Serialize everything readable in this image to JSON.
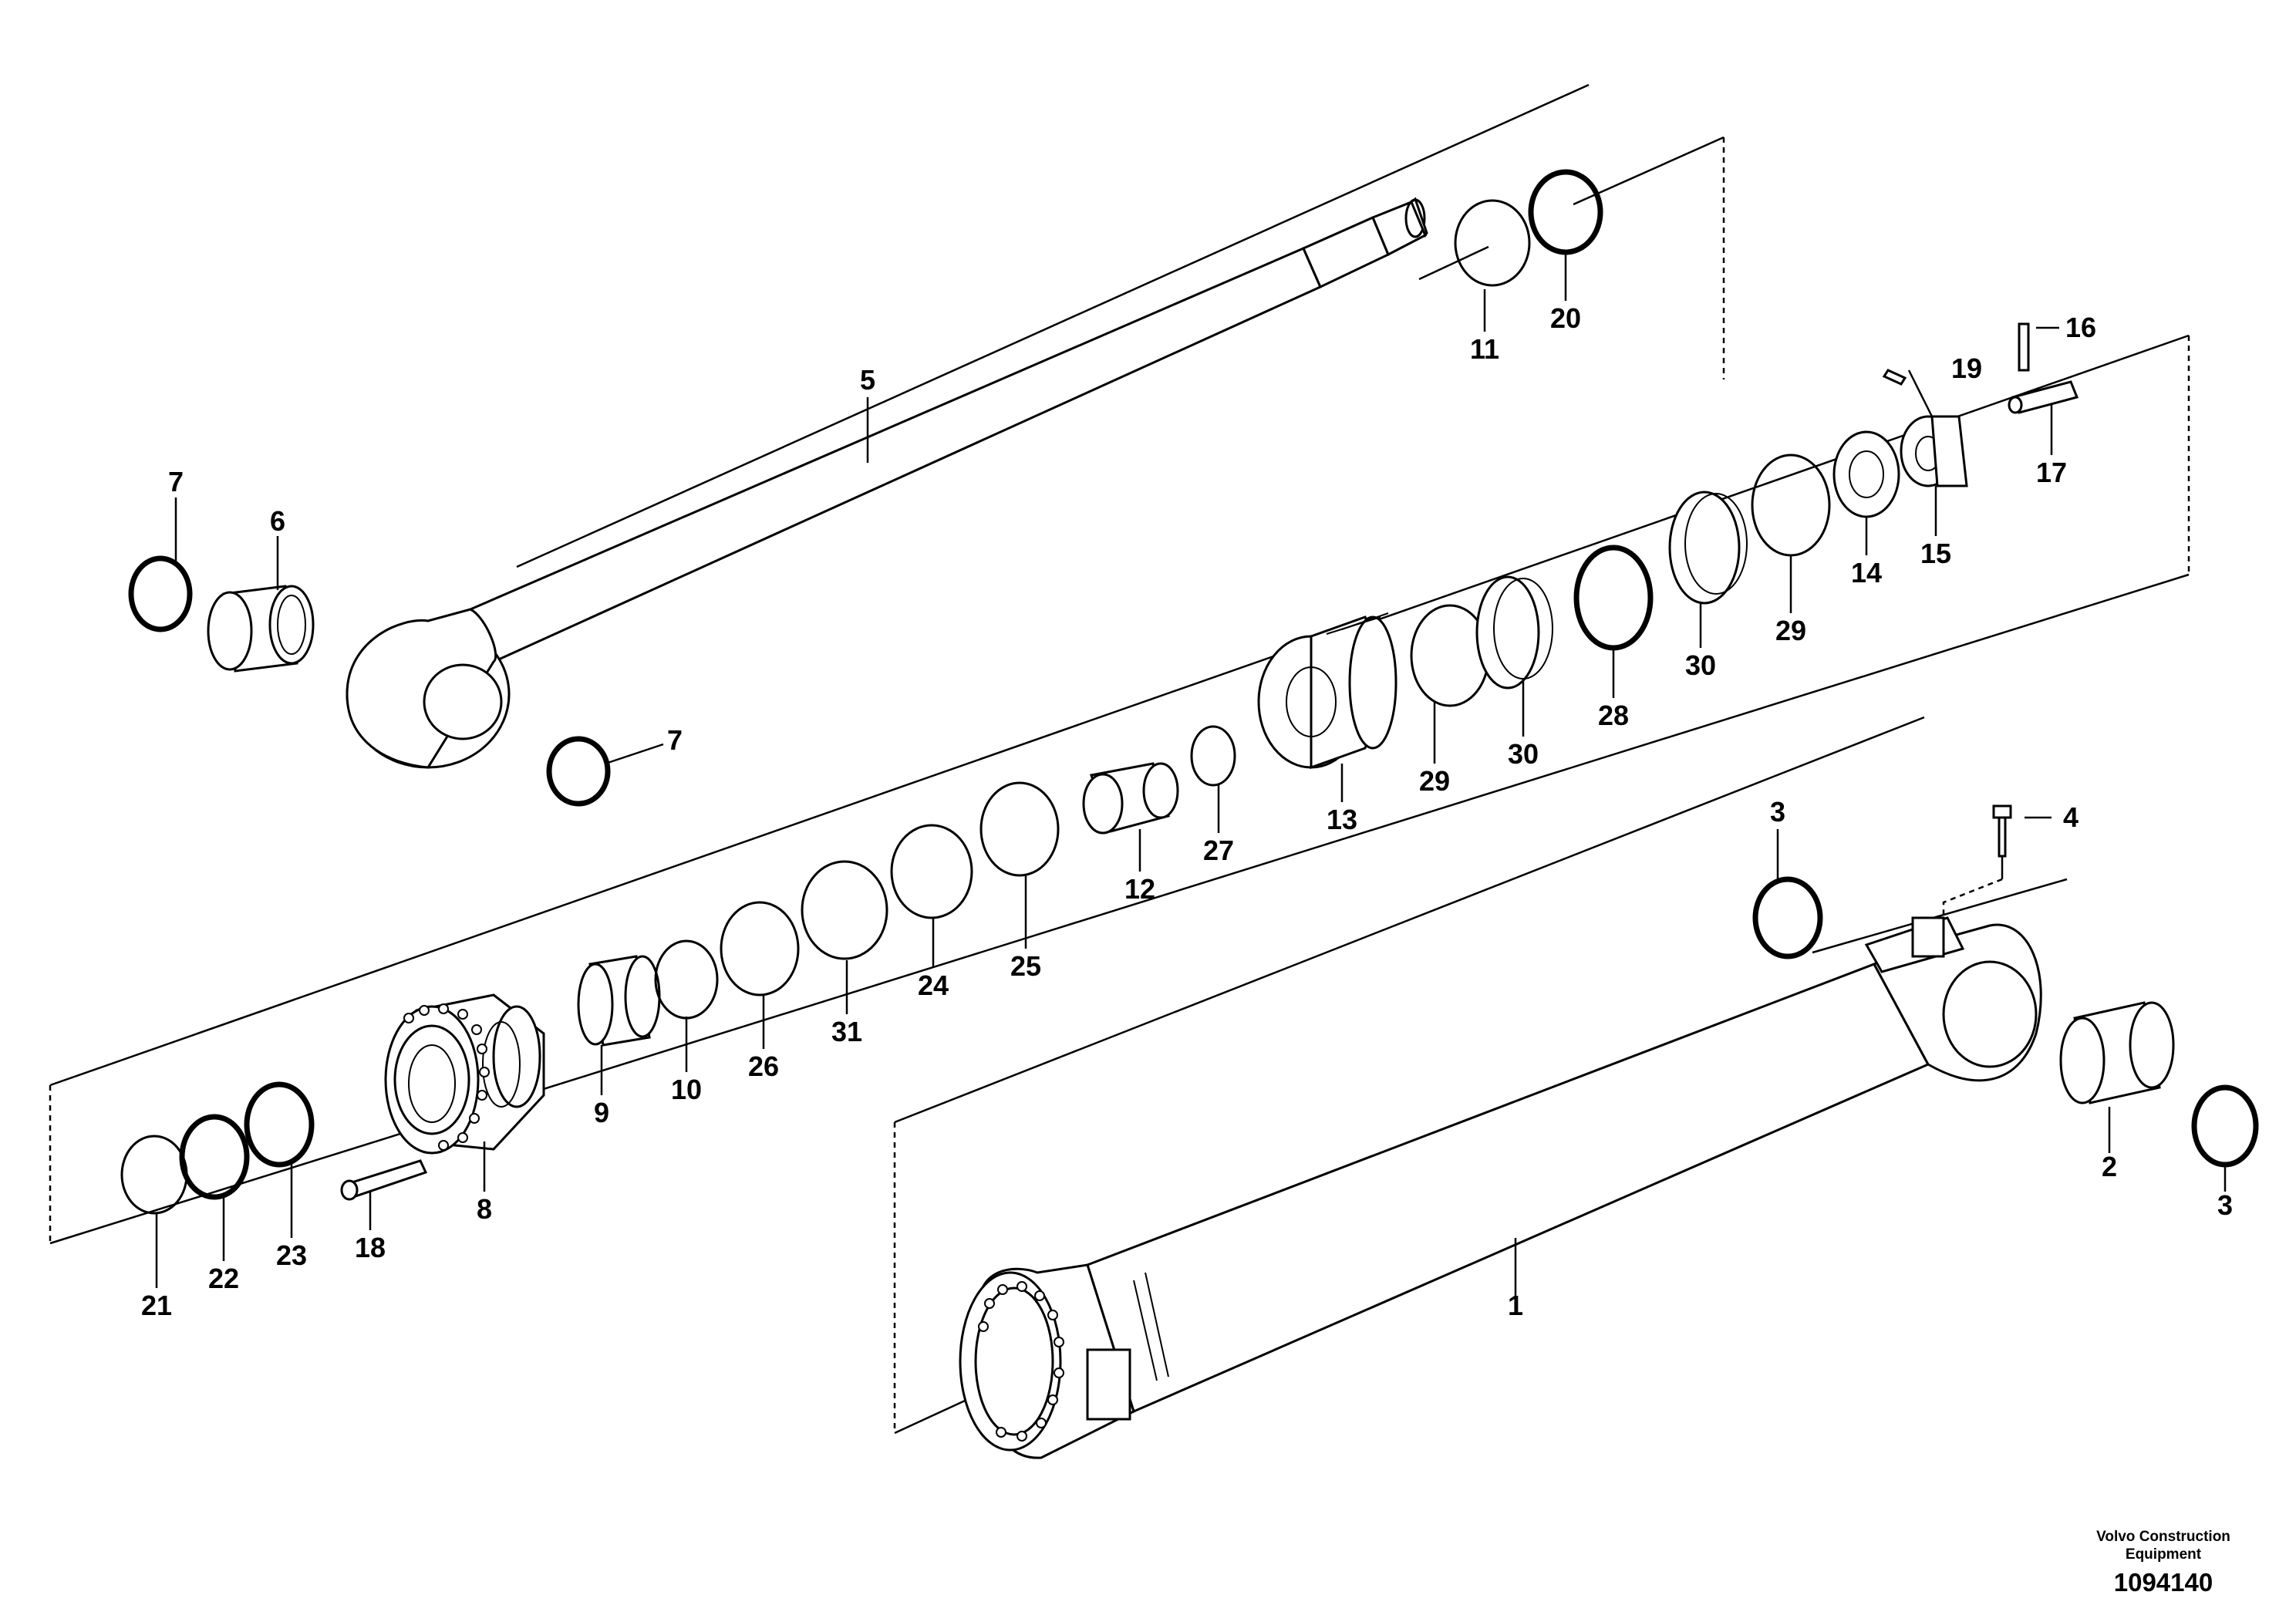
{
  "diagram": {
    "callouts": [
      {
        "id": "c1",
        "label": "1"
      },
      {
        "id": "c2",
        "label": "2"
      },
      {
        "id": "c3a",
        "label": "3"
      },
      {
        "id": "c3b",
        "label": "3"
      },
      {
        "id": "c4",
        "label": "4"
      },
      {
        "id": "c5",
        "label": "5"
      },
      {
        "id": "c6",
        "label": "6"
      },
      {
        "id": "c7a",
        "label": "7"
      },
      {
        "id": "c7b",
        "label": "7"
      },
      {
        "id": "c8",
        "label": "8"
      },
      {
        "id": "c9",
        "label": "9"
      },
      {
        "id": "c10",
        "label": "10"
      },
      {
        "id": "c11",
        "label": "11"
      },
      {
        "id": "c12",
        "label": "12"
      },
      {
        "id": "c13",
        "label": "13"
      },
      {
        "id": "c14",
        "label": "14"
      },
      {
        "id": "c15",
        "label": "15"
      },
      {
        "id": "c16",
        "label": "16"
      },
      {
        "id": "c17",
        "label": "17"
      },
      {
        "id": "c18",
        "label": "18"
      },
      {
        "id": "c19",
        "label": "19"
      },
      {
        "id": "c20",
        "label": "20"
      },
      {
        "id": "c21",
        "label": "21"
      },
      {
        "id": "c22",
        "label": "22"
      },
      {
        "id": "c23",
        "label": "23"
      },
      {
        "id": "c24",
        "label": "24"
      },
      {
        "id": "c25",
        "label": "25"
      },
      {
        "id": "c26",
        "label": "26"
      },
      {
        "id": "c27",
        "label": "27"
      },
      {
        "id": "c28",
        "label": "28"
      },
      {
        "id": "c29a",
        "label": "29"
      },
      {
        "id": "c29b",
        "label": "29"
      },
      {
        "id": "c30a",
        "label": "30"
      },
      {
        "id": "c30b",
        "label": "30"
      },
      {
        "id": "c31",
        "label": "31"
      }
    ]
  },
  "footer": {
    "brand_line1": "Volvo Construction",
    "brand_line2": "Equipment",
    "drawing_number": "1094140"
  }
}
